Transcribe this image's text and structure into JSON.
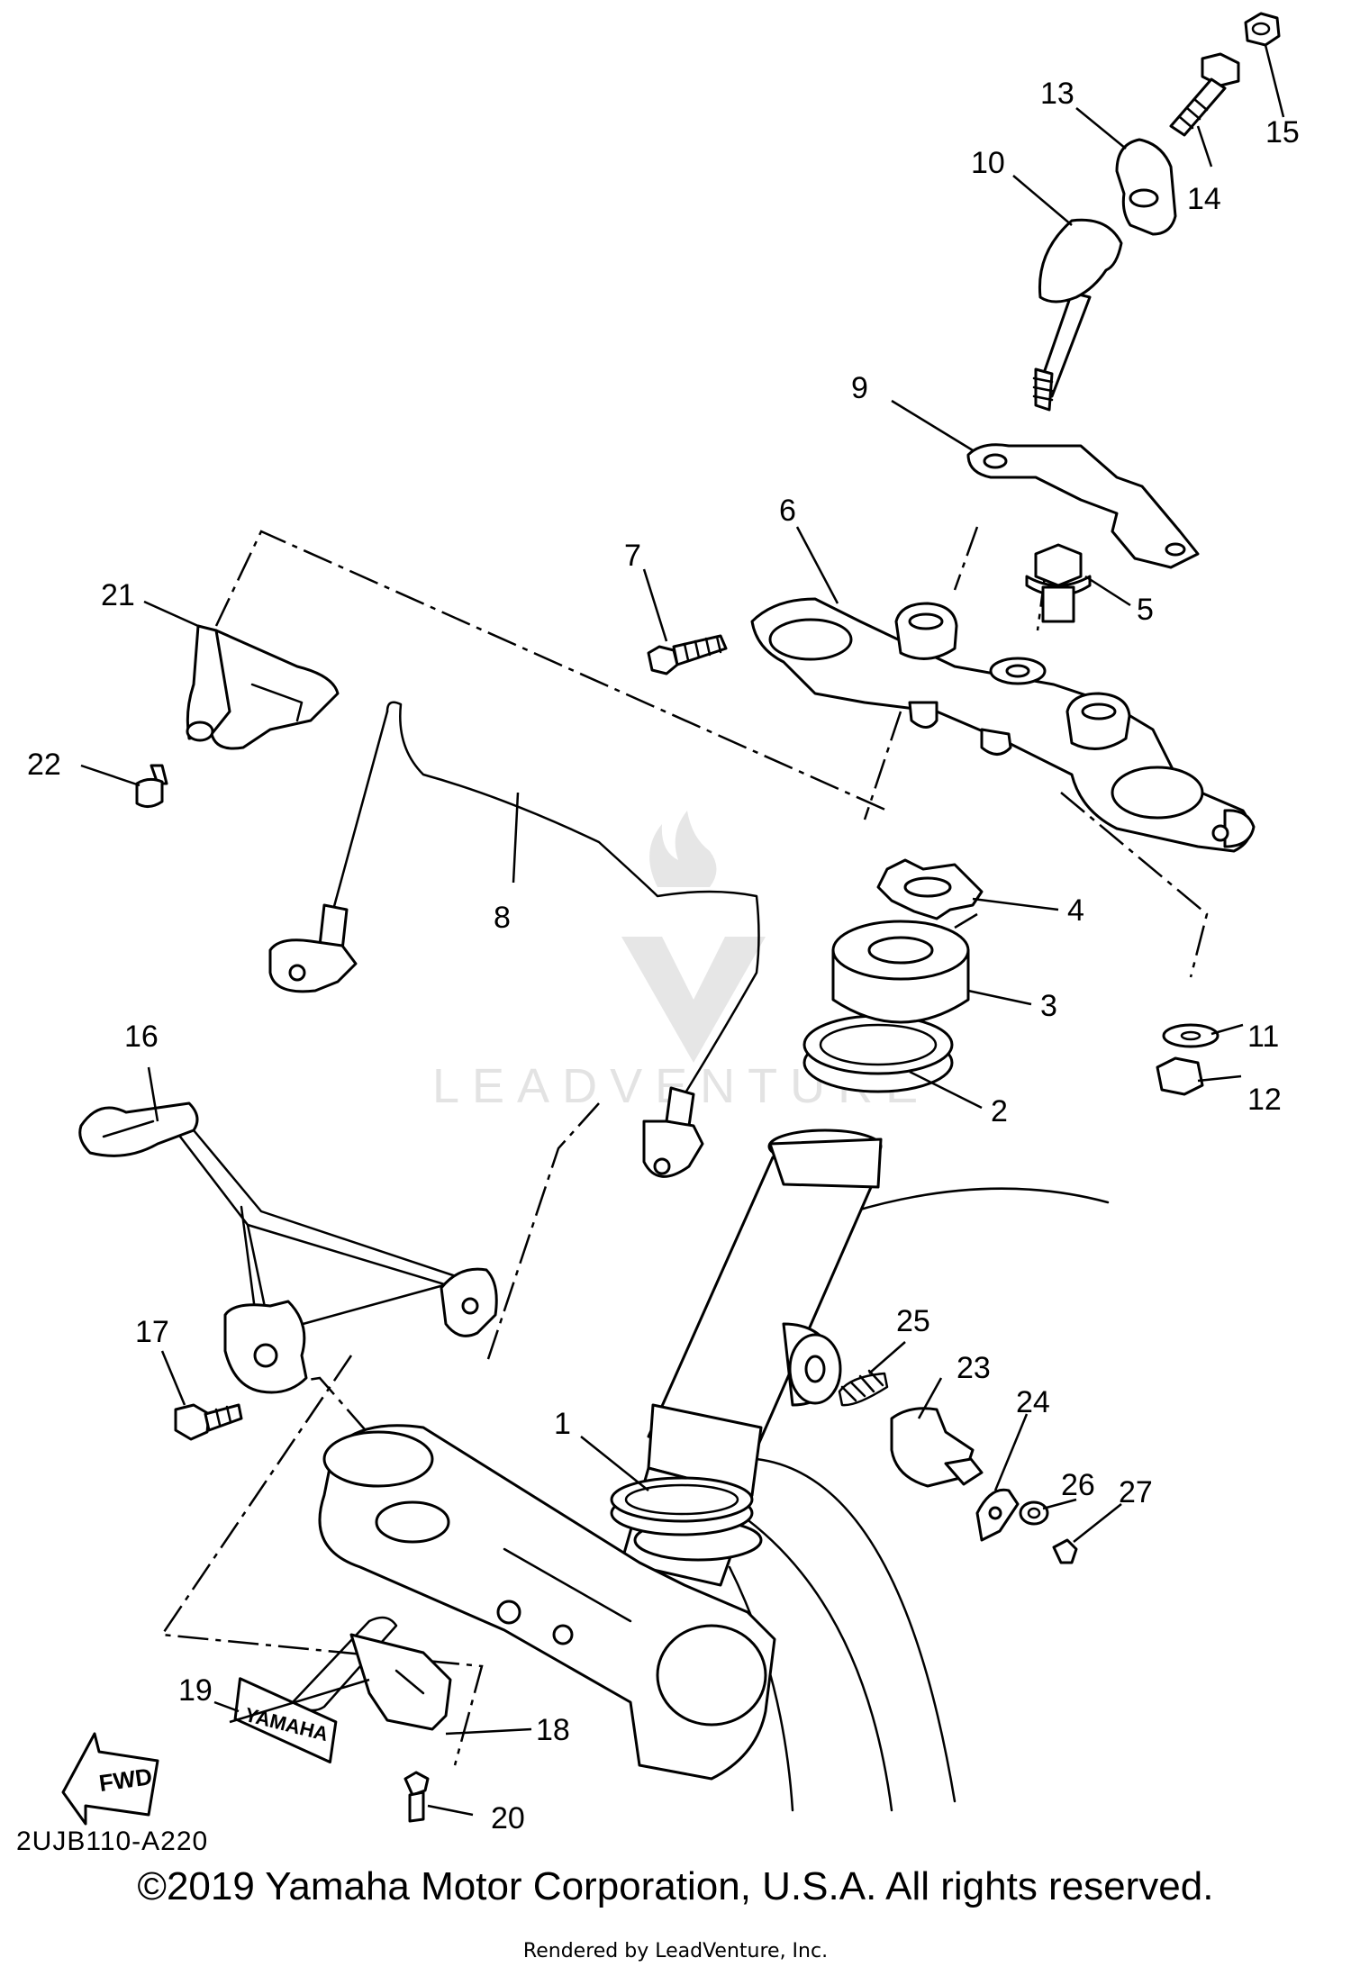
{
  "diagram": {
    "code": "2UJB110-A220",
    "copyright": "©2019 Yamaha Motor Corporation, U.S.A. All rights reserved.",
    "rendered_by": "Rendered by LeadVenture, Inc.",
    "watermark": "LEADVENTURE",
    "fwd_label": "FWD",
    "emblem_label": "YAMAHA",
    "callouts": [
      "1",
      "2",
      "3",
      "4",
      "5",
      "6",
      "7",
      "8",
      "9",
      "10",
      "11",
      "12",
      "13",
      "14",
      "15",
      "16",
      "17",
      "18",
      "19",
      "20",
      "21",
      "22",
      "23",
      "24",
      "25",
      "26",
      "27"
    ]
  }
}
